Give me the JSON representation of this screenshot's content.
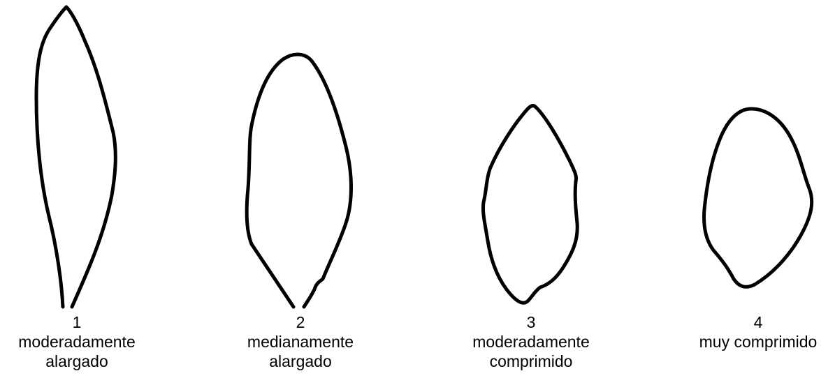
{
  "colors": {
    "outline": "#000000",
    "background": "#ffffff",
    "text": "#000000"
  },
  "shapes": [
    {
      "number": "1",
      "label_line1": "moderadamente",
      "label_line2": "alargado"
    },
    {
      "number": "2",
      "label_line1": "medianamente",
      "label_line2": "alargado"
    },
    {
      "number": "3",
      "label_line1": "moderadamente",
      "label_line2": "comprimido"
    },
    {
      "number": "4",
      "label_line1": "muy comprimido",
      "label_line2": ""
    }
  ]
}
